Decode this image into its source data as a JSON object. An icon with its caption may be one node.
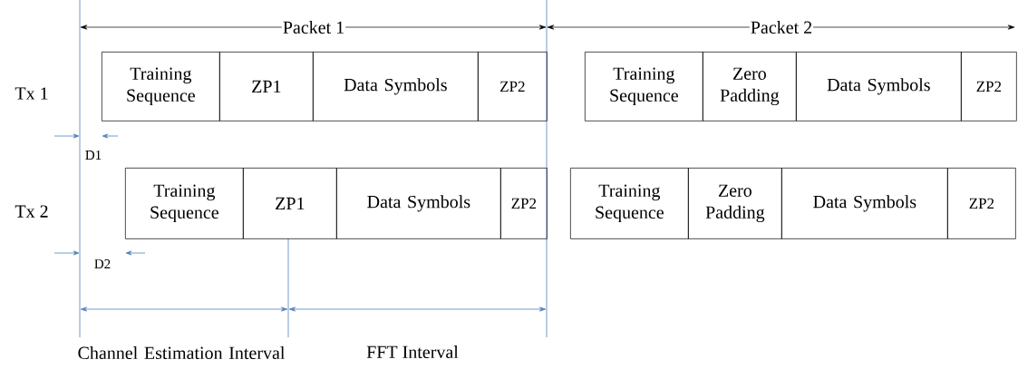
{
  "diagram": {
    "nodes": [
      {
        "text": [
          "Training Sequence"
        ]
      },
      {
        "text": [
          "ZP1"
        ]
      },
      {
        "text": [
          "Data Symbols"
        ]
      },
      {
        "text": [
          "ZP2"
        ]
      },
      {
        "text": [
          "Training Sequence"
        ]
      },
      {
        "text": [
          "Zero Padding"
        ]
      },
      {
        "text": [
          "Data Symbols"
        ]
      },
      {
        "text": [
          "ZP2"
        ]
      },
      {
        "text": [
          "Training Sequence"
        ]
      },
      {
        "text": [
          "ZP1"
        ]
      },
      {
        "text": [
          "Data Symbols"
        ]
      },
      {
        "text": [
          "ZP2"
        ]
      },
      {
        "text": [
          "Training Sequence"
        ]
      },
      {
        "text": [
          "Zero Padding"
        ]
      },
      {
        "text": [
          "Data Symbols"
        ]
      },
      {
        "text": [
          "ZP2"
        ]
      }
    ],
    "labels": [
      "Packet 1",
      "Packet 2",
      "Tx 1",
      "D1",
      "Tx 2",
      "D2",
      "Channel Estimation Interval",
      "FFT Interval"
    ]
  }
}
